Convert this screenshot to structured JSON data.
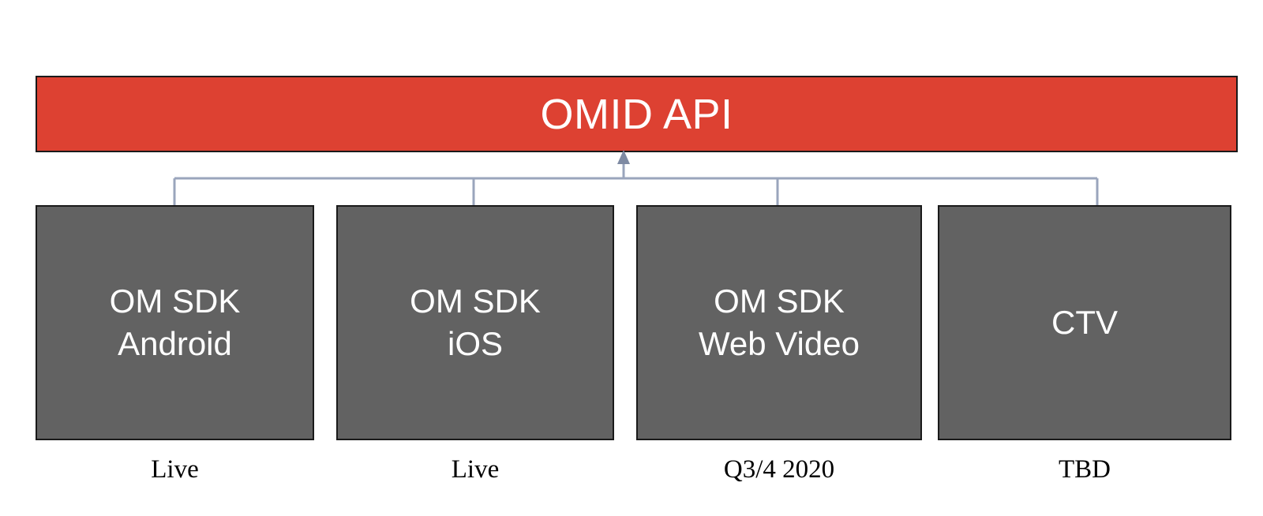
{
  "diagram": {
    "title": "OMID API",
    "colors": {
      "api_bar_fill": "#DD4132",
      "api_bar_text": "#FFFFFF",
      "module_fill": "#626262",
      "module_text": "#FFFFFF",
      "border": "#1A1A1A",
      "connector": "#9AA5BC",
      "caption_text": "#000000",
      "background": "#FFFFFF"
    },
    "api": {
      "label": "OMID API"
    },
    "modules": [
      {
        "id": "om-sdk-android",
        "label": "OM SDK\nAndroid",
        "line1": "OM SDK",
        "line2": "Android",
        "status": "Live"
      },
      {
        "id": "om-sdk-ios",
        "label": "OM SDK\niOS",
        "line1": "OM SDK",
        "line2": "iOS",
        "status": "Live"
      },
      {
        "id": "om-sdk-web-video",
        "label": "OM SDK\nWeb Video",
        "line1": "OM SDK",
        "line2": "Web Video",
        "status": "Q3/4 2020"
      },
      {
        "id": "ctv",
        "label": "CTV",
        "line1": "CTV",
        "line2": "",
        "status": "TBD"
      }
    ],
    "connector": {
      "style": "orthogonal-bus-with-arrow",
      "arrow_direction": "up",
      "arrow_target": "OMID API"
    }
  }
}
